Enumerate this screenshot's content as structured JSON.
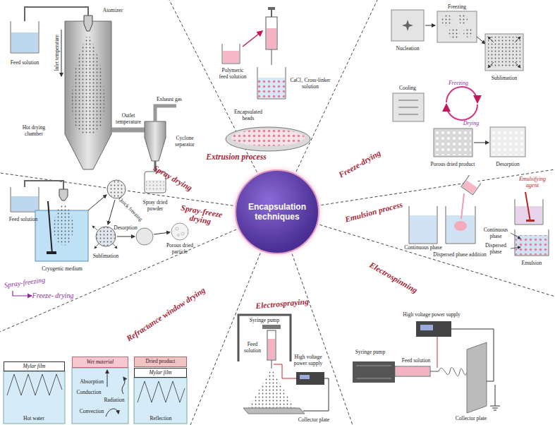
{
  "diagram": {
    "nodes": [
      {
        "text": [
          "Encapsulation techniques"
        ]
      },
      {
        "text": [
          "Mylar film"
        ]
      },
      {
        "text": [
          "Wet material"
        ]
      },
      {
        "text": [
          "Dried product"
        ]
      },
      {
        "text": [
          "Mylar film"
        ]
      }
    ],
    "labels": [
      "Feed solution",
      "Atomizer",
      "Inlet temperature",
      "Exhaust gas",
      "Outlet temperature",
      "Cyclone separator",
      "Hot drying chamber",
      "Spray dried powder",
      "Spray drying",
      "Polymeric feed solution",
      "CaCl₂ Cross-linker solution",
      "Encapsulated beads",
      "Extrusion process",
      "Nucleation",
      "Freezing",
      "Sublimation",
      "Cooling",
      "Freezing",
      "Drying",
      "Porous dried product",
      "Desorption",
      "Freeze-drying",
      "Continuous phase",
      "Dispersed phase addition",
      "Emulsifying agent",
      "Continuous phase",
      "Dispersed phase",
      "Emulsion",
      "Emulsion process",
      "Syringe pump",
      "High voltage power supply",
      "Feed solution",
      "Collector plate",
      "Electrospinning",
      "Syringe pump",
      "Feed solution",
      "High voltage power supply",
      "Collector plate",
      "Electrospraying",
      "Hot water",
      "Absorption",
      "Conduction",
      "Radiation",
      "Convection",
      "Reflection",
      "Refractance window drying",
      "Feed solution",
      "Cryogenic medium",
      "Quick freezing",
      "Sublimation",
      "Desorption",
      "Porous dried particle",
      "Spray-freezing",
      "Freeze- drying",
      "Spray-freeze drying"
    ]
  }
}
